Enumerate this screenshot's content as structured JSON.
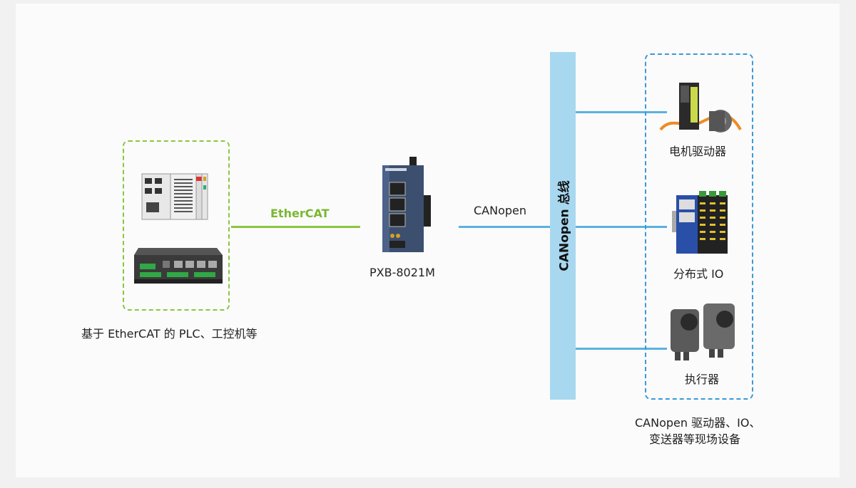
{
  "controller_group": {
    "caption": "基于 EtherCAT 的 PLC、工控机等",
    "devices": [
      {
        "icon": "plc-module-icon"
      },
      {
        "icon": "industrial-pc-icon"
      }
    ]
  },
  "link_ethercat": {
    "label": "EtherCAT",
    "color": "#8cc63f"
  },
  "gateway": {
    "name": "PXB-8021M",
    "icon": "gateway-device-icon"
  },
  "link_canopen": {
    "label": "CANopen",
    "color": "#5ab2e0"
  },
  "bus": {
    "label": "CANopen 总线",
    "color": "#a8d8f0"
  },
  "field_devices": {
    "items": [
      {
        "label": "电机驱动器",
        "icon": "motor-driver-icon"
      },
      {
        "label": "分布式 IO",
        "icon": "distributed-io-icon"
      },
      {
        "label": "执行器",
        "icon": "actuator-icon"
      }
    ],
    "caption_line1": "CANopen 驱动器、IO、",
    "caption_line2": "变送器等现场设备"
  }
}
